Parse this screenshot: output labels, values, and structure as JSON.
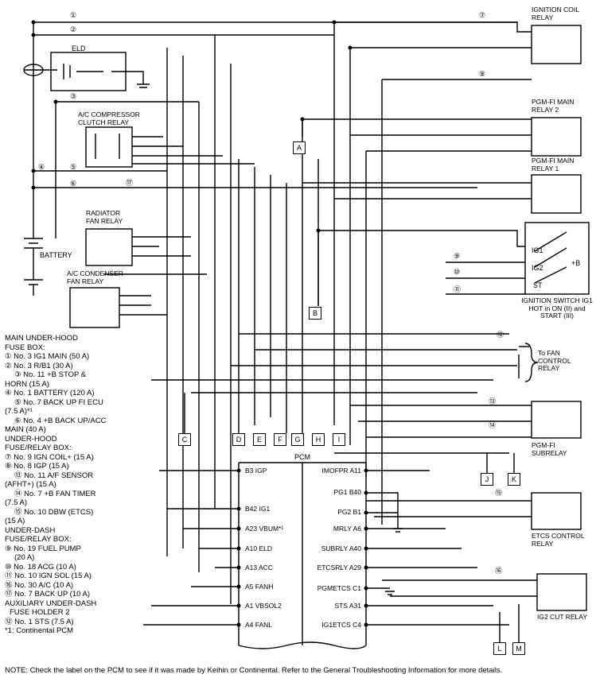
{
  "relays": {
    "ignition_coil": "IGNITION COIL RELAY",
    "pgm_fi_main2": "PGM-FI MAIN RELAY 2",
    "pgm_fi_main1": "PGM-FI MAIN RELAY 1",
    "ac_compressor": "A/C COMPRESSOR CLUTCH RELAY",
    "radiator_fan": "RADIATOR FAN RELAY",
    "ac_condenser": "A/C CONDENSER FAN RELAY",
    "pgm_fi_sub": "PGM-FI SUBRELAY",
    "etcs_control": "ETCS CONTROL RELAY",
    "ig2_cut": "IG2 CUT RELAY"
  },
  "components": {
    "eld": "ELD",
    "battery": "BATTERY",
    "ignition_switch": "IGNITION SWITCH IG1 HOT in ON (II) and START (III)",
    "ig1": "IG1",
    "ig2": "IG2",
    "st": "ST",
    "plus_b": "+B",
    "to_fan": "To FAN CONTROL RELAY",
    "pcm": "PCM"
  },
  "connectors": [
    "A",
    "B",
    "C",
    "D",
    "E",
    "F",
    "G",
    "H",
    "I",
    "J",
    "K",
    "L",
    "M"
  ],
  "fuse_marks": [
    "①",
    "②",
    "③",
    "④",
    "⑤",
    "⑥",
    "⑦",
    "⑧",
    "⑨",
    "⑩",
    "⑪",
    "⑫",
    "⑬",
    "⑭",
    "⑮",
    "⑯",
    "⑰"
  ],
  "pcm_left": [
    "B3 IGP",
    "B42 IG1",
    "A23 VBUM*¹",
    "A10 ELD",
    "A13 ACC",
    "A5 FANH",
    "A1 VBSOL2",
    "A4 FANL"
  ],
  "pcm_right": [
    "IMOFPR A11",
    "PG1 B40",
    "PG2 B1",
    "MRLY A6",
    "SUBRLY A40",
    "ETCSRLY A29",
    "PGMETCS C1",
    "STS A31",
    "IG1ETCS C4"
  ],
  "legend": [
    "MAIN UNDER-HOOD",
    "FUSE BOX:",
    "① No. 3 IG1 MAIN (50 A)",
    "② No. 3 R/B1 (30 A)",
    "③ No. 11 +B STOP &",
    "HORN (15 A)",
    "④ No. 1 BATTERY (120 A)",
    "⑤ No. 7 BACK UP FI ECU",
    "(7.5 A)*¹",
    "⑥ No. 4 +B BACK UP/ACC",
    "MAIN (40 A)",
    "UNDER-HOOD",
    "FUSE/RELAY BOX:",
    "⑦ No. 9 IGN COIL+ (15 A)",
    "⑧ No. 8 IGP (15 A)",
    "⑬ No. 11 A/F SENSOR",
    "(AFHT+) (15 A)",
    "⑭ No. 7 +B FAN TIMER",
    "(7.5 A)",
    "⑮ No. 10 DBW (ETCS)",
    "(15 A)",
    "UNDER-DASH",
    "FUSE/RELAY BOX:",
    "⑨ No. 19 FUEL PUMP",
    "(20 A)",
    "⑩ No. 18 ACG (10 A)",
    "⑪ No. 10 IGN SOL (15 A)",
    "⑯ No. 30 A/C (10 A)",
    "⑰ No. 7 BACK UP (10 A)",
    "AUXILIARY UNDER-DASH",
    "FUSE HOLDER 2",
    "⑫ No. 1 STS (7.5 A)",
    "*1: Continental PCM"
  ],
  "note": "NOTE: Check the label on the PCM to see if it was made by Keihin or Continental. Refer to the General Troubleshooting Information for more details."
}
